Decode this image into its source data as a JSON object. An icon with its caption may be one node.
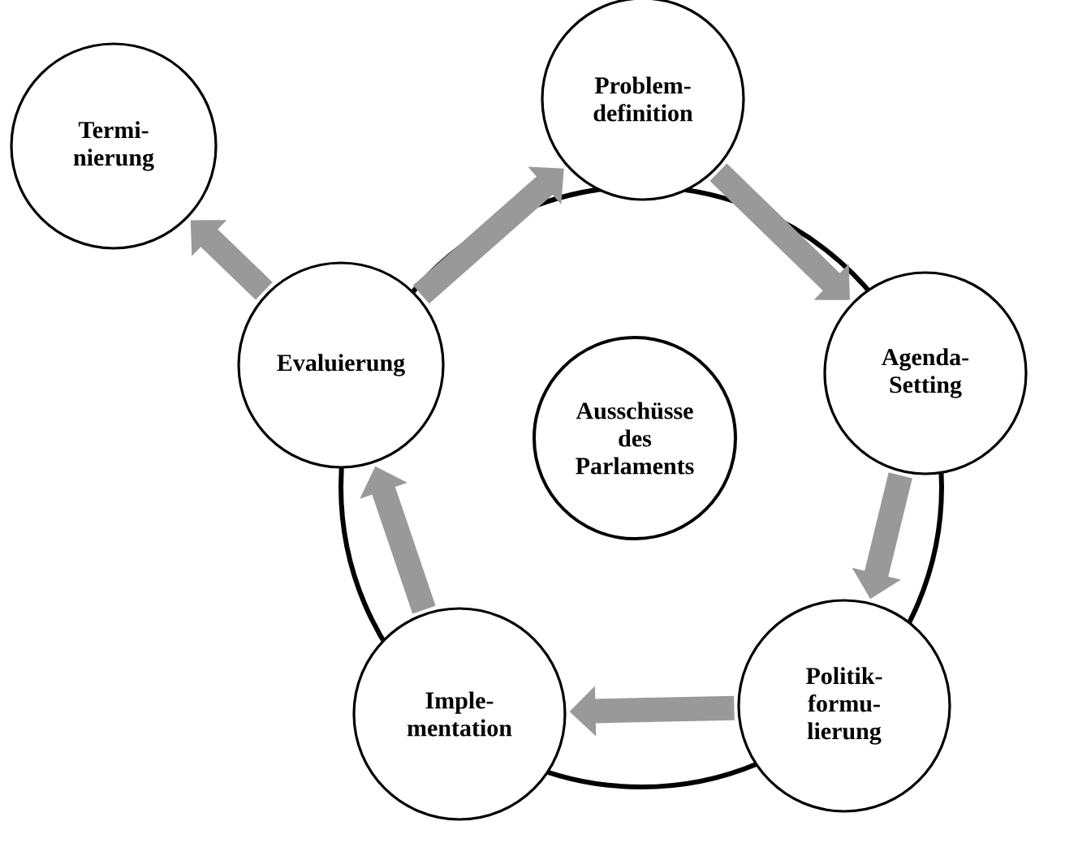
{
  "diagram": {
    "nodes": [
      {
        "text": [],
        "shape": "circle"
      },
      {
        "text": [
          "Termi- nierung"
        ]
      },
      {
        "text": [
          "Problem- definition"
        ]
      },
      {
        "text": [
          "Evaluierung"
        ]
      },
      {
        "text": [
          "Ausschüsse des Parlaments"
        ],
        "in": 0
      },
      {
        "text": [
          "Agenda- Setting"
        ]
      },
      {
        "text": [
          "Imple- mentation"
        ]
      },
      {
        "text": [
          "Politik- formu- lierung"
        ]
      }
    ],
    "edges": [
      {
        "from": 3,
        "to": 1,
        "arrow": "to"
      },
      {
        "from": 3,
        "to": 2,
        "arrow": "to"
      },
      {
        "from": 2,
        "to": 5,
        "arrow": "to"
      },
      {
        "from": 5,
        "to": 7,
        "arrow": "to"
      },
      {
        "from": 7,
        "to": 6,
        "arrow": "to"
      },
      {
        "from": 6,
        "to": 3,
        "arrow": "to"
      }
    ]
  }
}
